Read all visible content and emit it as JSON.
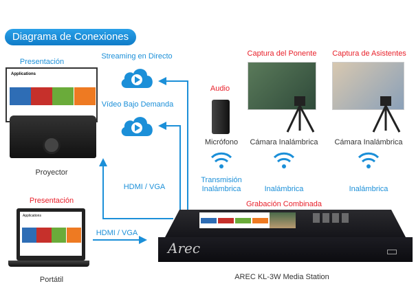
{
  "title": "Diagrama de Conexiones",
  "sources": {
    "projector_presentation": "Presentación",
    "projector_screen_heading": "Applications",
    "projector": "Proyector",
    "laptop_presentation": "Presentación",
    "laptop_screen_heading": "Applications",
    "laptop": "Portátil"
  },
  "streaming": {
    "live": "Streaming en Directo",
    "vod": "Vídeo Bajo Demanda"
  },
  "links": {
    "hdmi_projector": "HDMI / VGA",
    "hdmi_laptop": "HDMI / VGA"
  },
  "audio": {
    "label": "Audio",
    "device": "Micrófono",
    "link_line1": "Transmisión",
    "link_line2": "Inalámbrica"
  },
  "speaker_cam": {
    "label": "Captura del Ponente",
    "device": "Cámara Inalámbrica",
    "link": "Inalámbrica"
  },
  "audience_cam": {
    "label": "Captura de Asistentes",
    "device": "Cámara Inalámbrica",
    "link": "Inalámbrica"
  },
  "station": {
    "label": "Grabación Combinada",
    "name": "AREC KL-3W Media Station",
    "logo": "Arec"
  },
  "colors": {
    "blue": "#1b8fd8",
    "red": "#e8202a",
    "tiles": [
      "#2e6db5",
      "#c6302b",
      "#6aab3a",
      "#ee7a22"
    ]
  }
}
